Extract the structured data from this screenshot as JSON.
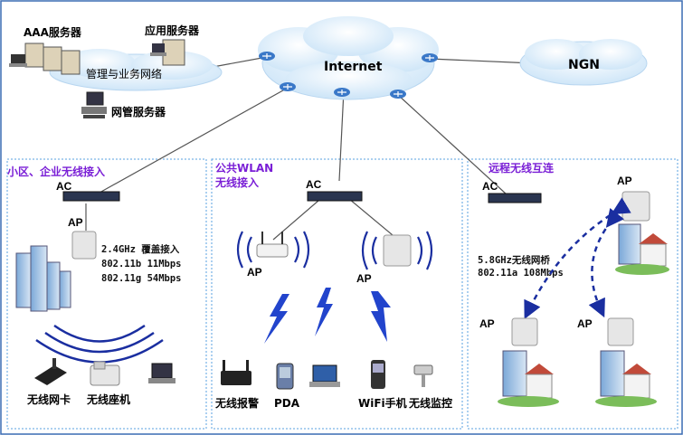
{
  "top": {
    "aaa_server": "AAA服务器",
    "app_server": "应用服务器",
    "mgmt_network": "管理与业务网络",
    "nms_server": "网管服务器",
    "internet": "Internet",
    "ngn": "NGN"
  },
  "left": {
    "title": "小区、企业无线接入",
    "ac": "AC",
    "ap": "AP",
    "spec": [
      "2.4GHz 覆盖接入",
      "802.11b 11Mbps",
      "802.11g 54Mbps"
    ],
    "devices": [
      "无线网卡",
      "无线座机"
    ]
  },
  "middle": {
    "title_line1": "公共WLAN",
    "title_line2": "无线接入",
    "ac": "AC",
    "ap_left": "AP",
    "ap_right": "AP",
    "devices": [
      "无线报警",
      "PDA",
      "WiFi手机",
      "无线监控"
    ]
  },
  "right": {
    "title": "远程无线互连",
    "ac": "AC",
    "ap_top": "AP",
    "spec": [
      "5.8GHz无线网桥",
      "802.11a 108Mbps"
    ],
    "ap_left": "AP",
    "ap_right": "AP"
  },
  "colors": {
    "section_title": "#7a1fd6",
    "cloud": "#d8ecfa",
    "router": "#3a78c8",
    "link_dashed": "#1a2ea0",
    "lightning": "#2244cc",
    "panel_border": "#5aa0e0"
  }
}
